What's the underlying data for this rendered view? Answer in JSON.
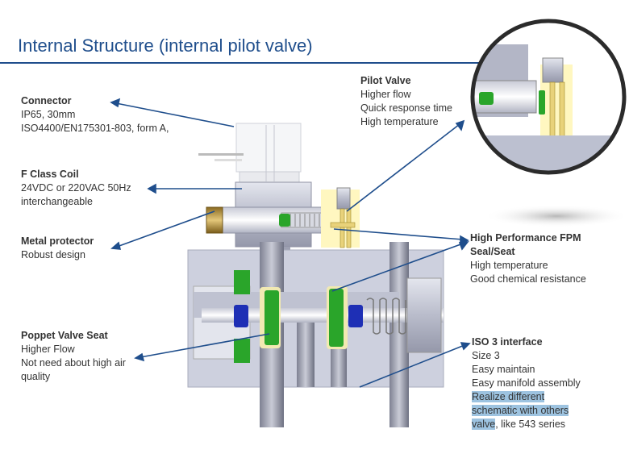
{
  "title": "Internal Structure (internal pilot valve)",
  "colors": {
    "title": "#1f4e8c",
    "leader_line": "#1f4e8c",
    "highlight": "#9dc3e0",
    "seal_green": "#2aa52a",
    "poppet_blue": "#1e2fb5",
    "pilot_yellow": "#fff7c0"
  },
  "callouts": {
    "connector": {
      "heading": "Connector",
      "lines": [
        "IP65, 30mm",
        "ISO4400/EN175301-803, form A,"
      ]
    },
    "coil": {
      "heading": "F Class Coil",
      "lines": [
        "24VDC or 220VAC 50Hz",
        "interchangeable"
      ]
    },
    "metal_protector": {
      "heading": "Metal protector",
      "lines": [
        "Robust design"
      ]
    },
    "poppet": {
      "heading": "Poppet Valve Seat",
      "lines": [
        "Higher Flow",
        "Not need about high air",
        "quality"
      ]
    },
    "pilot": {
      "heading": "Pilot Valve",
      "lines": [
        "Higher flow",
        "Quick response time",
        "High temperature"
      ]
    },
    "fpm": {
      "heading_1": "High Performance FPM",
      "heading_2": "Seal/Seat",
      "lines": [
        "High temperature",
        "Good chemical resistance"
      ]
    },
    "iso": {
      "heading": "ISO 3 interface",
      "lines": [
        "Size 3",
        "Easy maintain",
        "Easy manifold assembly"
      ],
      "highlighted_1": "Realize different",
      "highlighted_2": "schematic with others",
      "highlighted_3": "valve",
      "tail_3": ", like 543 series"
    }
  }
}
